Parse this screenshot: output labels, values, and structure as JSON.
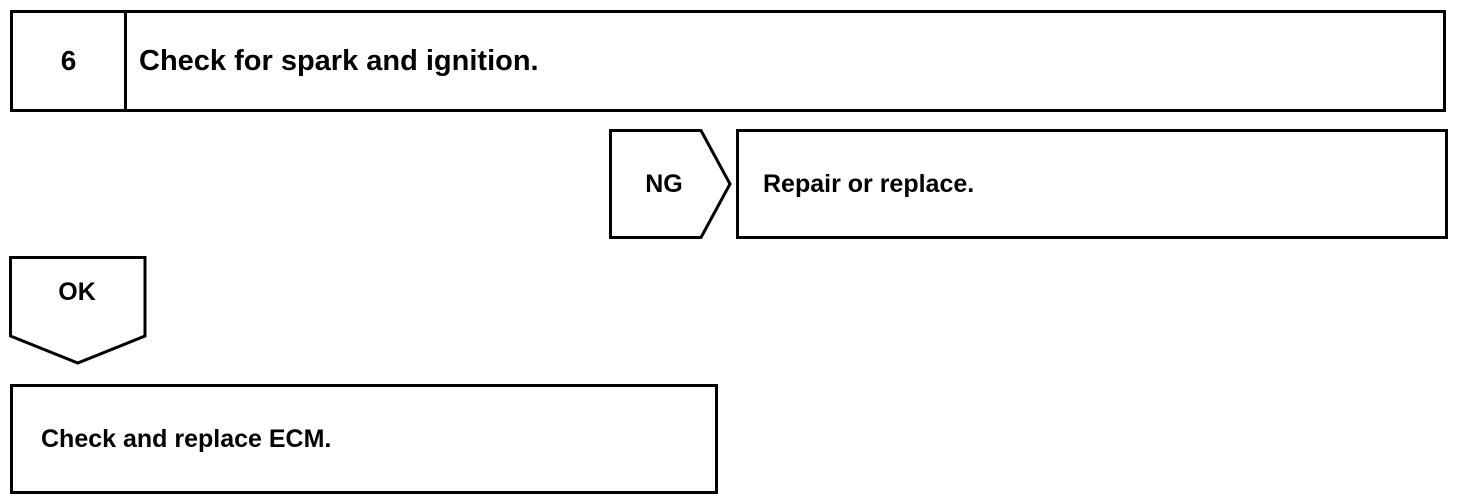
{
  "step": {
    "number": "6",
    "title": "Check for spark and ignition."
  },
  "ng_branch": {
    "label": "NG",
    "action": "Repair or replace."
  },
  "ok_branch": {
    "label": "OK",
    "action": "Check and replace ECM."
  }
}
